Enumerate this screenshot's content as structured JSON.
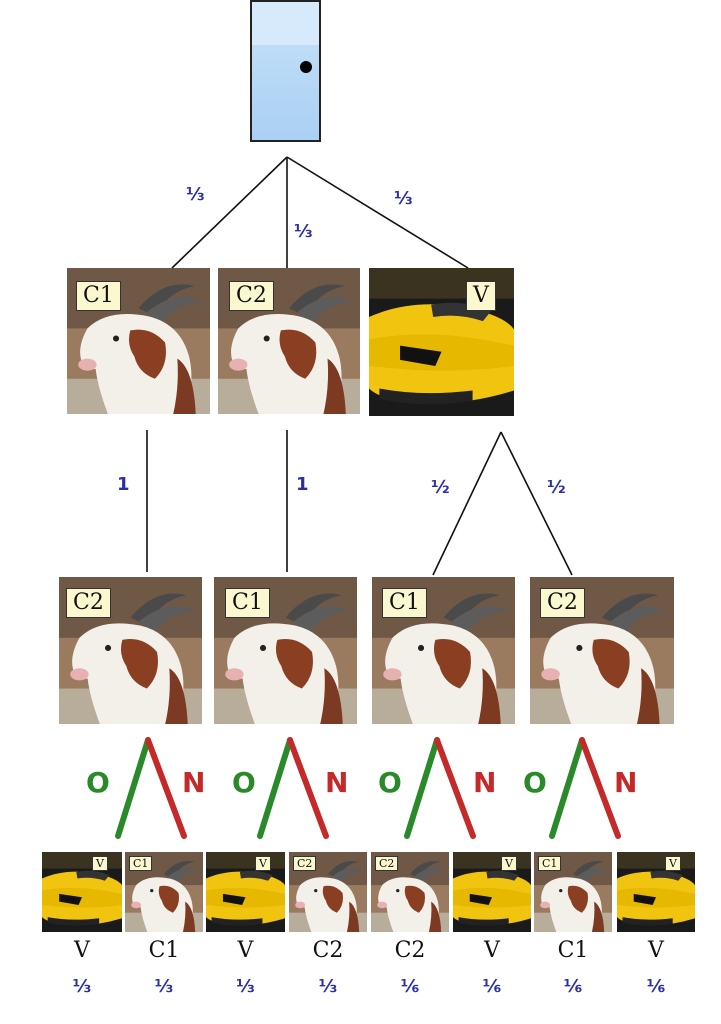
{
  "door": {
    "icon": "door-icon"
  },
  "level1": {
    "edges": [
      {
        "prob": "⅓"
      },
      {
        "prob": "⅓"
      },
      {
        "prob": "⅓"
      }
    ],
    "tiles": [
      {
        "label": "C1",
        "kind": "goat"
      },
      {
        "label": "C2",
        "kind": "goat"
      },
      {
        "label": "V",
        "kind": "car"
      }
    ]
  },
  "level2": {
    "edges": [
      {
        "prob": "1"
      },
      {
        "prob": "1"
      },
      {
        "prob": "½"
      },
      {
        "prob": "½"
      }
    ],
    "tiles": [
      {
        "label": "C2",
        "kind": "goat"
      },
      {
        "label": "C1",
        "kind": "goat"
      },
      {
        "label": "C1",
        "kind": "goat"
      },
      {
        "label": "C2",
        "kind": "goat"
      }
    ]
  },
  "choices": {
    "keep": "O",
    "switch": "N",
    "keep_color": "#2a8a2a",
    "switch_color": "#c42a2a"
  },
  "leaves": [
    {
      "label": "V",
      "kind": "car",
      "name": "V",
      "prob": "⅓"
    },
    {
      "label": "C1",
      "kind": "goat",
      "name": "C1",
      "prob": "⅓"
    },
    {
      "label": "V",
      "kind": "car",
      "name": "V",
      "prob": "⅓"
    },
    {
      "label": "C2",
      "kind": "goat",
      "name": "C2",
      "prob": "⅓"
    },
    {
      "label": "C2",
      "kind": "goat",
      "name": "C2",
      "prob": "⅙"
    },
    {
      "label": "V",
      "kind": "car",
      "name": "V",
      "prob": "⅙"
    },
    {
      "label": "C1",
      "kind": "goat",
      "name": "C1",
      "prob": "⅙"
    },
    {
      "label": "V",
      "kind": "car",
      "name": "V",
      "prob": "⅙"
    }
  ]
}
